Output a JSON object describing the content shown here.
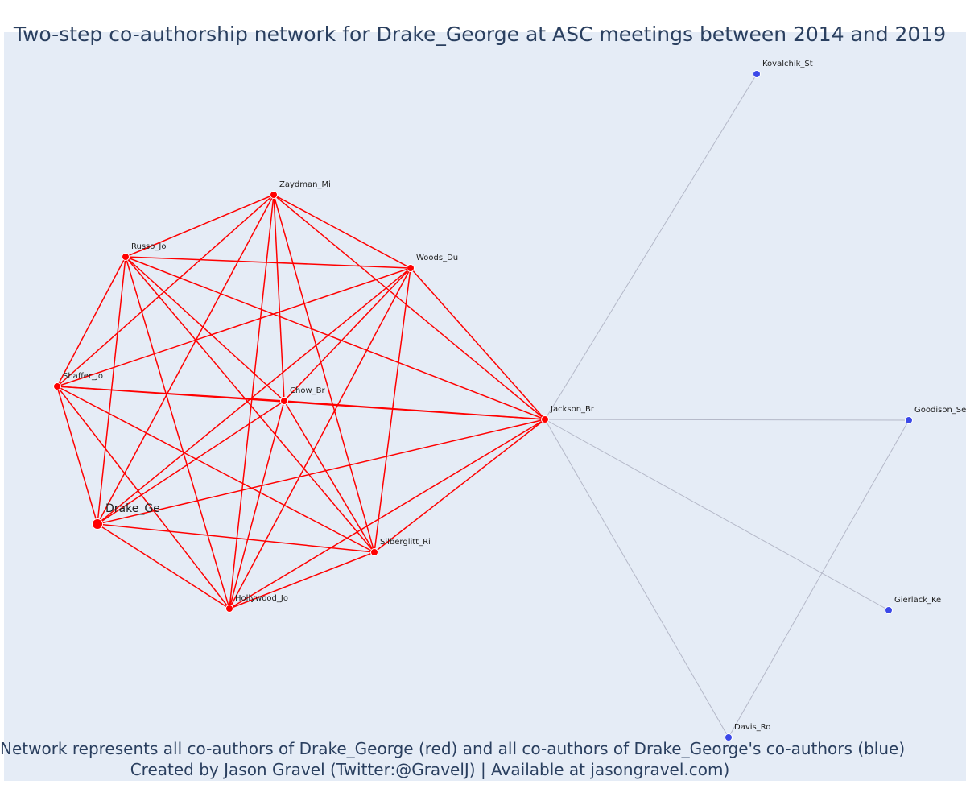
{
  "title": "Two-step co-authorship network for Drake_George at ASC meetings between 2014 and 2019",
  "caption_line1": "Network represents all co-authors of Drake_George (red) and all co-authors of Drake_George's co-authors (blue)",
  "caption_line2": "Created by Jason Gravel (Twitter:@GravelJ) | Available at jasongravel.com)",
  "colors": {
    "background": "#e5ecf6",
    "direct_coauthor": "#ff0000",
    "second_step_coauthor": "#3b48e8",
    "second_step_edge": "#b4b8c8",
    "text": "#2a3f5f"
  },
  "nodes": [
    {
      "id": "Drake_Ge",
      "label": "Drake_Ge",
      "group": "focal"
    },
    {
      "id": "Zaydman_Mi",
      "label": "Zaydman_Mi",
      "group": "direct"
    },
    {
      "id": "Russo_Jo",
      "label": "Russo_Jo",
      "group": "direct"
    },
    {
      "id": "Woods_Du",
      "label": "Woods_Du",
      "group": "direct"
    },
    {
      "id": "Shaffer_Jo",
      "label": "Shaffer_Jo",
      "group": "direct"
    },
    {
      "id": "Chow_Br",
      "label": "Chow_Br",
      "group": "direct"
    },
    {
      "id": "Jackson_Br",
      "label": "Jackson_Br",
      "group": "direct"
    },
    {
      "id": "Silberglitt_Ri",
      "label": "Silberglitt_Ri",
      "group": "direct"
    },
    {
      "id": "Hollywood_Jo",
      "label": "Hollywood_Jo",
      "group": "direct"
    },
    {
      "id": "Kovalchik_St",
      "label": "Kovalchik_St",
      "group": "second"
    },
    {
      "id": "Goodison_Se",
      "label": "Goodison_Se",
      "group": "second"
    },
    {
      "id": "Gierlack_Ke",
      "label": "Gierlack_Ke",
      "group": "second"
    },
    {
      "id": "Davis_Ro",
      "label": "Davis_Ro",
      "group": "second"
    }
  ],
  "edges": [
    {
      "source": "Drake_Ge",
      "target": "Zaydman_Mi",
      "type": "direct"
    },
    {
      "source": "Drake_Ge",
      "target": "Russo_Jo",
      "type": "direct"
    },
    {
      "source": "Drake_Ge",
      "target": "Woods_Du",
      "type": "direct"
    },
    {
      "source": "Drake_Ge",
      "target": "Shaffer_Jo",
      "type": "direct"
    },
    {
      "source": "Drake_Ge",
      "target": "Chow_Br",
      "type": "direct"
    },
    {
      "source": "Drake_Ge",
      "target": "Jackson_Br",
      "type": "direct"
    },
    {
      "source": "Drake_Ge",
      "target": "Silberglitt_Ri",
      "type": "direct"
    },
    {
      "source": "Drake_Ge",
      "target": "Hollywood_Jo",
      "type": "direct"
    },
    {
      "source": "Zaydman_Mi",
      "target": "Russo_Jo",
      "type": "direct"
    },
    {
      "source": "Zaydman_Mi",
      "target": "Woods_Du",
      "type": "direct"
    },
    {
      "source": "Zaydman_Mi",
      "target": "Shaffer_Jo",
      "type": "direct"
    },
    {
      "source": "Zaydman_Mi",
      "target": "Chow_Br",
      "type": "direct"
    },
    {
      "source": "Zaydman_Mi",
      "target": "Jackson_Br",
      "type": "direct"
    },
    {
      "source": "Zaydman_Mi",
      "target": "Silberglitt_Ri",
      "type": "direct"
    },
    {
      "source": "Zaydman_Mi",
      "target": "Hollywood_Jo",
      "type": "direct"
    },
    {
      "source": "Russo_Jo",
      "target": "Woods_Du",
      "type": "direct"
    },
    {
      "source": "Russo_Jo",
      "target": "Shaffer_Jo",
      "type": "direct"
    },
    {
      "source": "Russo_Jo",
      "target": "Chow_Br",
      "type": "direct"
    },
    {
      "source": "Russo_Jo",
      "target": "Jackson_Br",
      "type": "direct"
    },
    {
      "source": "Russo_Jo",
      "target": "Silberglitt_Ri",
      "type": "direct"
    },
    {
      "source": "Russo_Jo",
      "target": "Hollywood_Jo",
      "type": "direct"
    },
    {
      "source": "Woods_Du",
      "target": "Shaffer_Jo",
      "type": "direct"
    },
    {
      "source": "Woods_Du",
      "target": "Chow_Br",
      "type": "direct"
    },
    {
      "source": "Woods_Du",
      "target": "Jackson_Br",
      "type": "direct"
    },
    {
      "source": "Woods_Du",
      "target": "Silberglitt_Ri",
      "type": "direct"
    },
    {
      "source": "Woods_Du",
      "target": "Hollywood_Jo",
      "type": "direct"
    },
    {
      "source": "Shaffer_Jo",
      "target": "Chow_Br",
      "type": "direct"
    },
    {
      "source": "Shaffer_Jo",
      "target": "Jackson_Br",
      "type": "direct"
    },
    {
      "source": "Shaffer_Jo",
      "target": "Silberglitt_Ri",
      "type": "direct"
    },
    {
      "source": "Shaffer_Jo",
      "target": "Hollywood_Jo",
      "type": "direct"
    },
    {
      "source": "Chow_Br",
      "target": "Jackson_Br",
      "type": "direct"
    },
    {
      "source": "Chow_Br",
      "target": "Silberglitt_Ri",
      "type": "direct"
    },
    {
      "source": "Chow_Br",
      "target": "Hollywood_Jo",
      "type": "direct"
    },
    {
      "source": "Jackson_Br",
      "target": "Silberglitt_Ri",
      "type": "direct"
    },
    {
      "source": "Jackson_Br",
      "target": "Hollywood_Jo",
      "type": "direct"
    },
    {
      "source": "Silberglitt_Ri",
      "target": "Hollywood_Jo",
      "type": "direct"
    },
    {
      "source": "Jackson_Br",
      "target": "Kovalchik_St",
      "type": "second"
    },
    {
      "source": "Jackson_Br",
      "target": "Goodison_Se",
      "type": "second"
    },
    {
      "source": "Jackson_Br",
      "target": "Gierlack_Ke",
      "type": "second"
    },
    {
      "source": "Jackson_Br",
      "target": "Davis_Ro",
      "type": "second"
    },
    {
      "source": "Goodison_Se",
      "target": "Davis_Ro",
      "type": "second"
    }
  ]
}
